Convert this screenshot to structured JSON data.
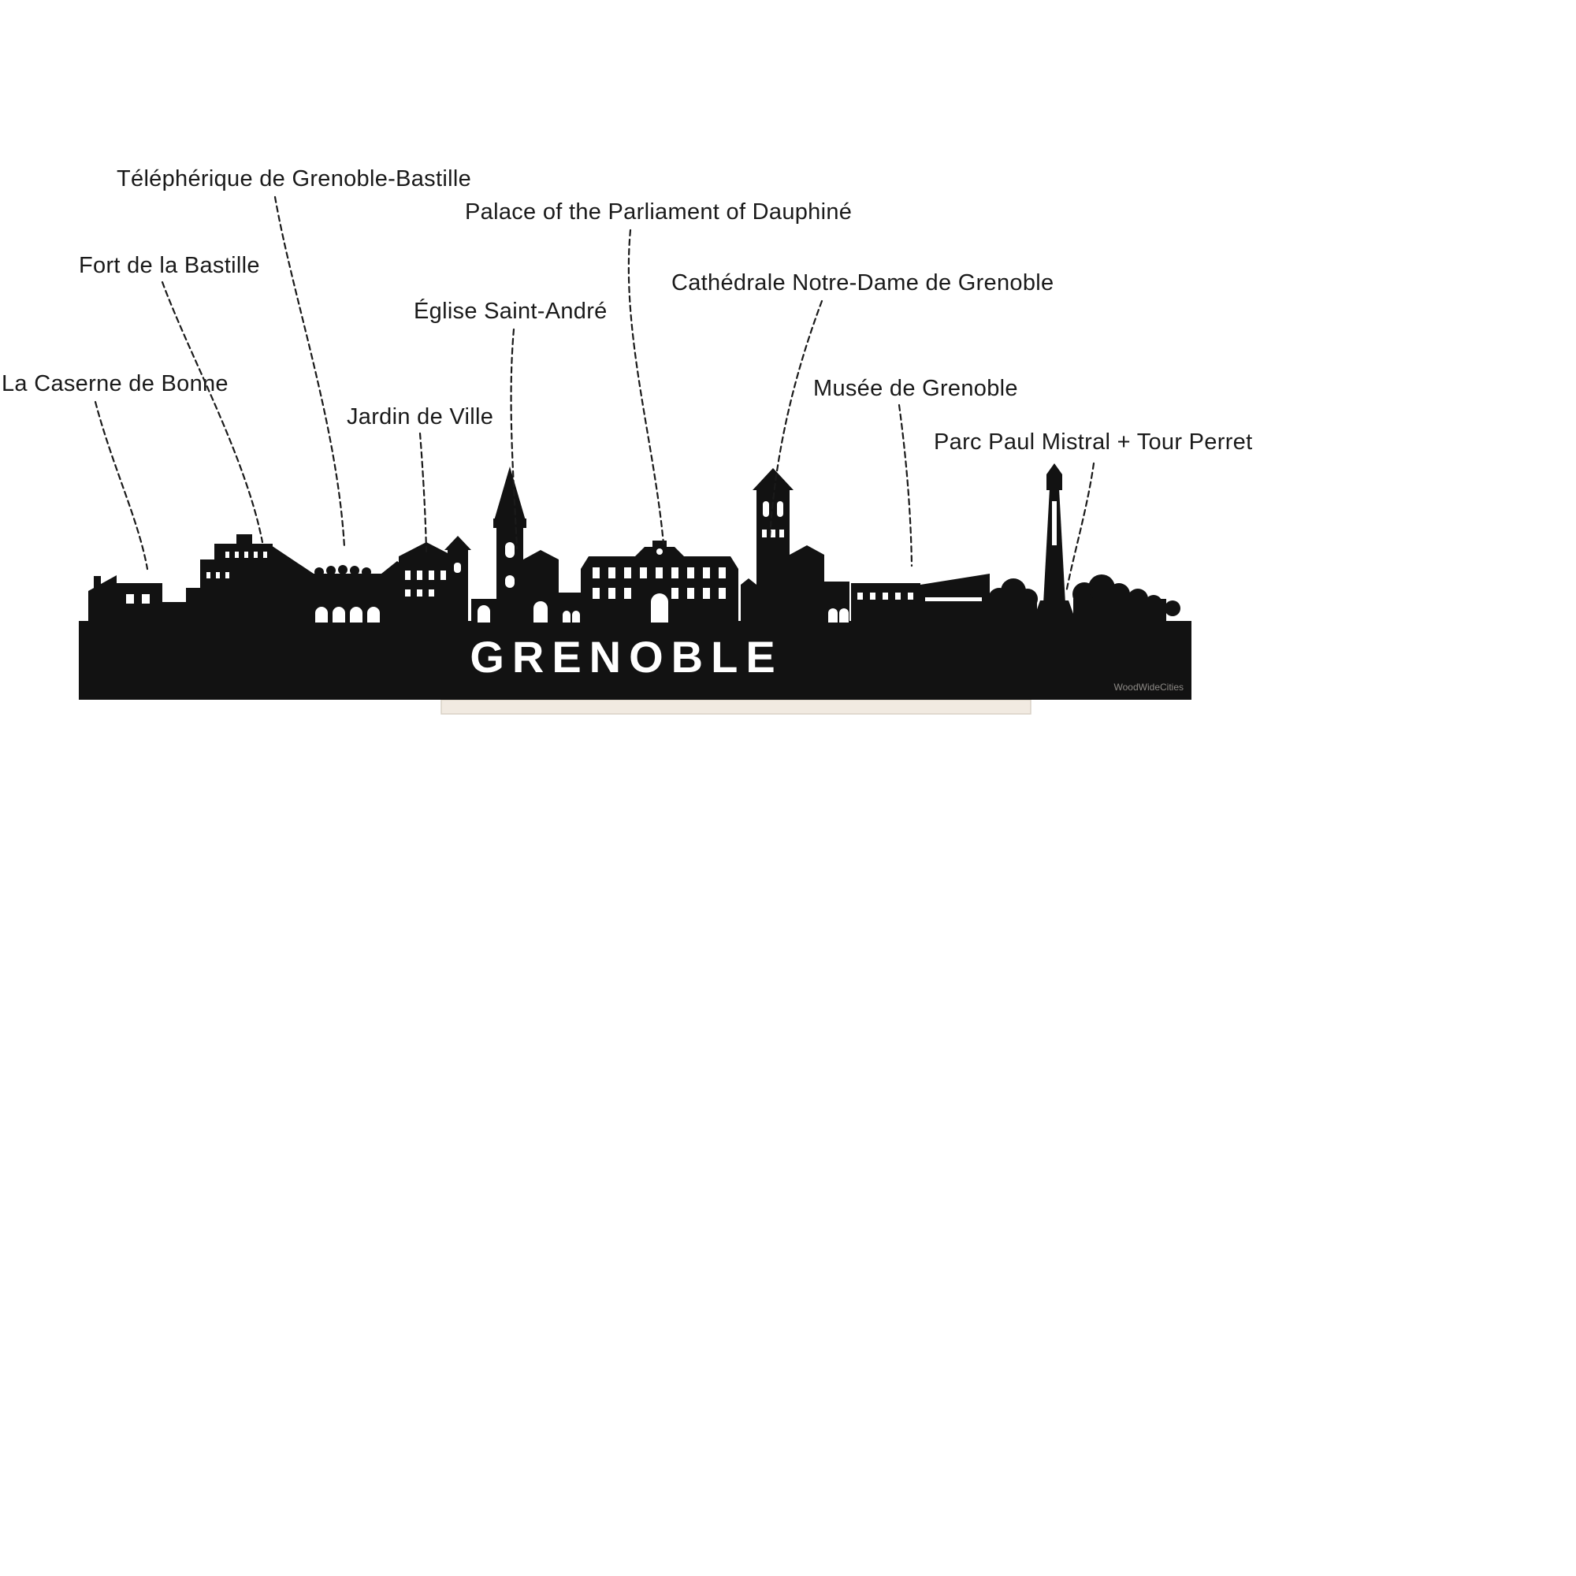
{
  "title": "GRENOBLE",
  "watermark": "WoodWideCities",
  "colors": {
    "background": "#ffffff",
    "silhouette": "#121212",
    "label_text": "#1a1a1a",
    "leader_line": "#1a1a1a",
    "stand": "#f1eae1",
    "title_cutout": "#ffffff"
  },
  "labels": [
    {
      "id": "telepherique",
      "text": "Téléphérique de Grenoble-Bastille"
    },
    {
      "id": "palace-parliament",
      "text": "Palace of the Parliament of Dauphiné"
    },
    {
      "id": "fort-bastille",
      "text": "Fort de la Bastille"
    },
    {
      "id": "cathedrale",
      "text": "Cathédrale Notre-Dame de Grenoble"
    },
    {
      "id": "eglise-saint-andre",
      "text": "Église Saint-André"
    },
    {
      "id": "caserne-de-bonne",
      "text": "La Caserne de Bonne"
    },
    {
      "id": "musee-grenoble",
      "text": "Musée de Grenoble"
    },
    {
      "id": "jardin-de-ville",
      "text": "Jardin de Ville"
    },
    {
      "id": "parc-paul-mistral",
      "text": "Parc Paul Mistral + Tour Perret"
    }
  ]
}
